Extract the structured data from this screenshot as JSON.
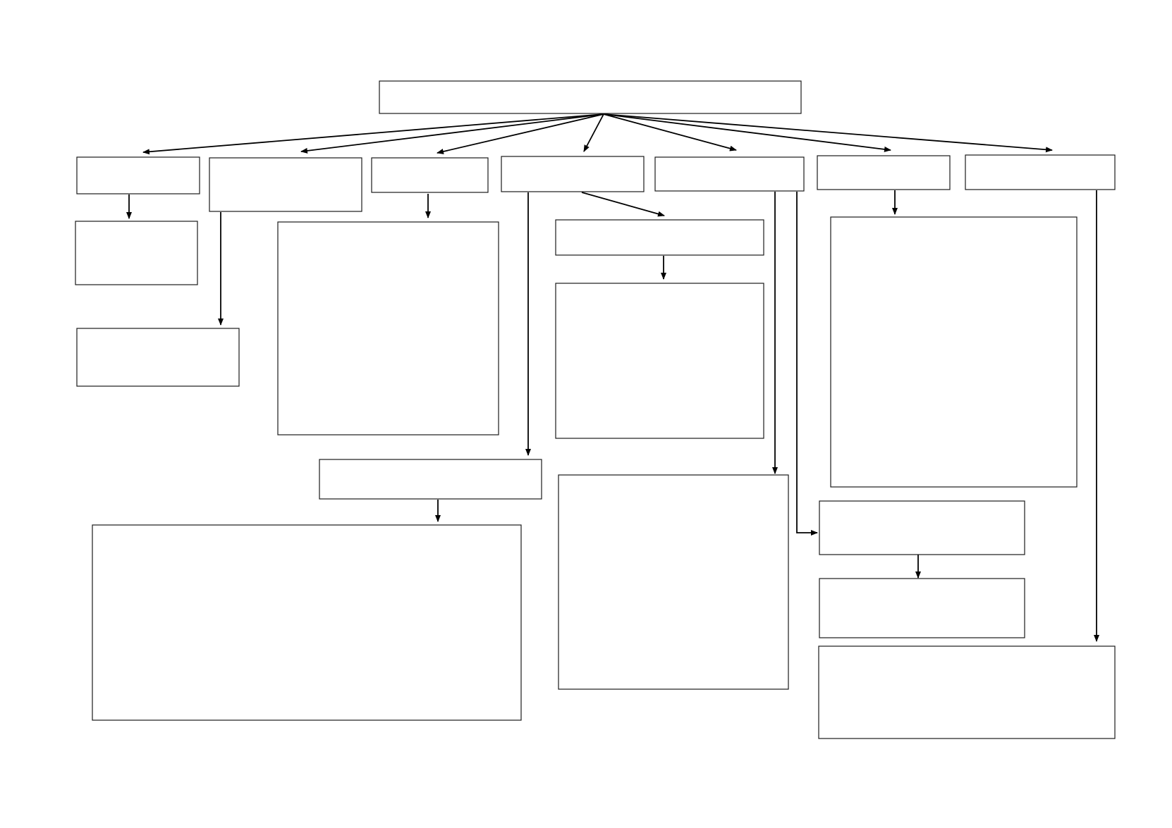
{
  "diagram": {
    "type": "blank-flowchart-template",
    "colors": {
      "background": "#ffffff",
      "box_stroke": "#1a1a1a",
      "arrow_stroke": "#000000"
    },
    "root": "root",
    "nodes": [
      {
        "id": "root",
        "text": ""
      },
      {
        "id": "branch-1",
        "text": ""
      },
      {
        "id": "branch-1-child",
        "text": ""
      },
      {
        "id": "branch-2",
        "text": ""
      },
      {
        "id": "branch-2-child",
        "text": ""
      },
      {
        "id": "branch-3",
        "text": ""
      },
      {
        "id": "branch-3-child",
        "text": ""
      },
      {
        "id": "branch-4",
        "text": ""
      },
      {
        "id": "branch-4-sub",
        "text": ""
      },
      {
        "id": "branch-4-sub-child",
        "text": ""
      },
      {
        "id": "branch-4-lower",
        "text": ""
      },
      {
        "id": "branch-4-lower-child",
        "text": ""
      },
      {
        "id": "branch-5",
        "text": ""
      },
      {
        "id": "branch-5-down",
        "text": ""
      },
      {
        "id": "branch-5-side",
        "text": ""
      },
      {
        "id": "branch-5-side-child",
        "text": ""
      },
      {
        "id": "branch-6",
        "text": ""
      },
      {
        "id": "branch-6-child",
        "text": ""
      },
      {
        "id": "branch-7",
        "text": ""
      },
      {
        "id": "branch-7-child",
        "text": ""
      }
    ],
    "edges": [
      {
        "from": "root",
        "to": "branch-1"
      },
      {
        "from": "root",
        "to": "branch-2"
      },
      {
        "from": "root",
        "to": "branch-3"
      },
      {
        "from": "root",
        "to": "branch-4"
      },
      {
        "from": "root",
        "to": "branch-5"
      },
      {
        "from": "root",
        "to": "branch-6"
      },
      {
        "from": "root",
        "to": "branch-7"
      },
      {
        "from": "branch-1",
        "to": "branch-1-child"
      },
      {
        "from": "branch-2",
        "to": "branch-2-child"
      },
      {
        "from": "branch-3",
        "to": "branch-3-child"
      },
      {
        "from": "branch-4",
        "to": "branch-4-sub"
      },
      {
        "from": "branch-4-sub",
        "to": "branch-4-sub-child"
      },
      {
        "from": "branch-4",
        "to": "branch-4-lower"
      },
      {
        "from": "branch-4-lower",
        "to": "branch-4-lower-child"
      },
      {
        "from": "branch-5",
        "to": "branch-5-down"
      },
      {
        "from": "branch-5",
        "to": "branch-5-side"
      },
      {
        "from": "branch-5-side",
        "to": "branch-5-side-child"
      },
      {
        "from": "branch-6",
        "to": "branch-6-child"
      },
      {
        "from": "branch-7",
        "to": "branch-7-child"
      }
    ]
  }
}
